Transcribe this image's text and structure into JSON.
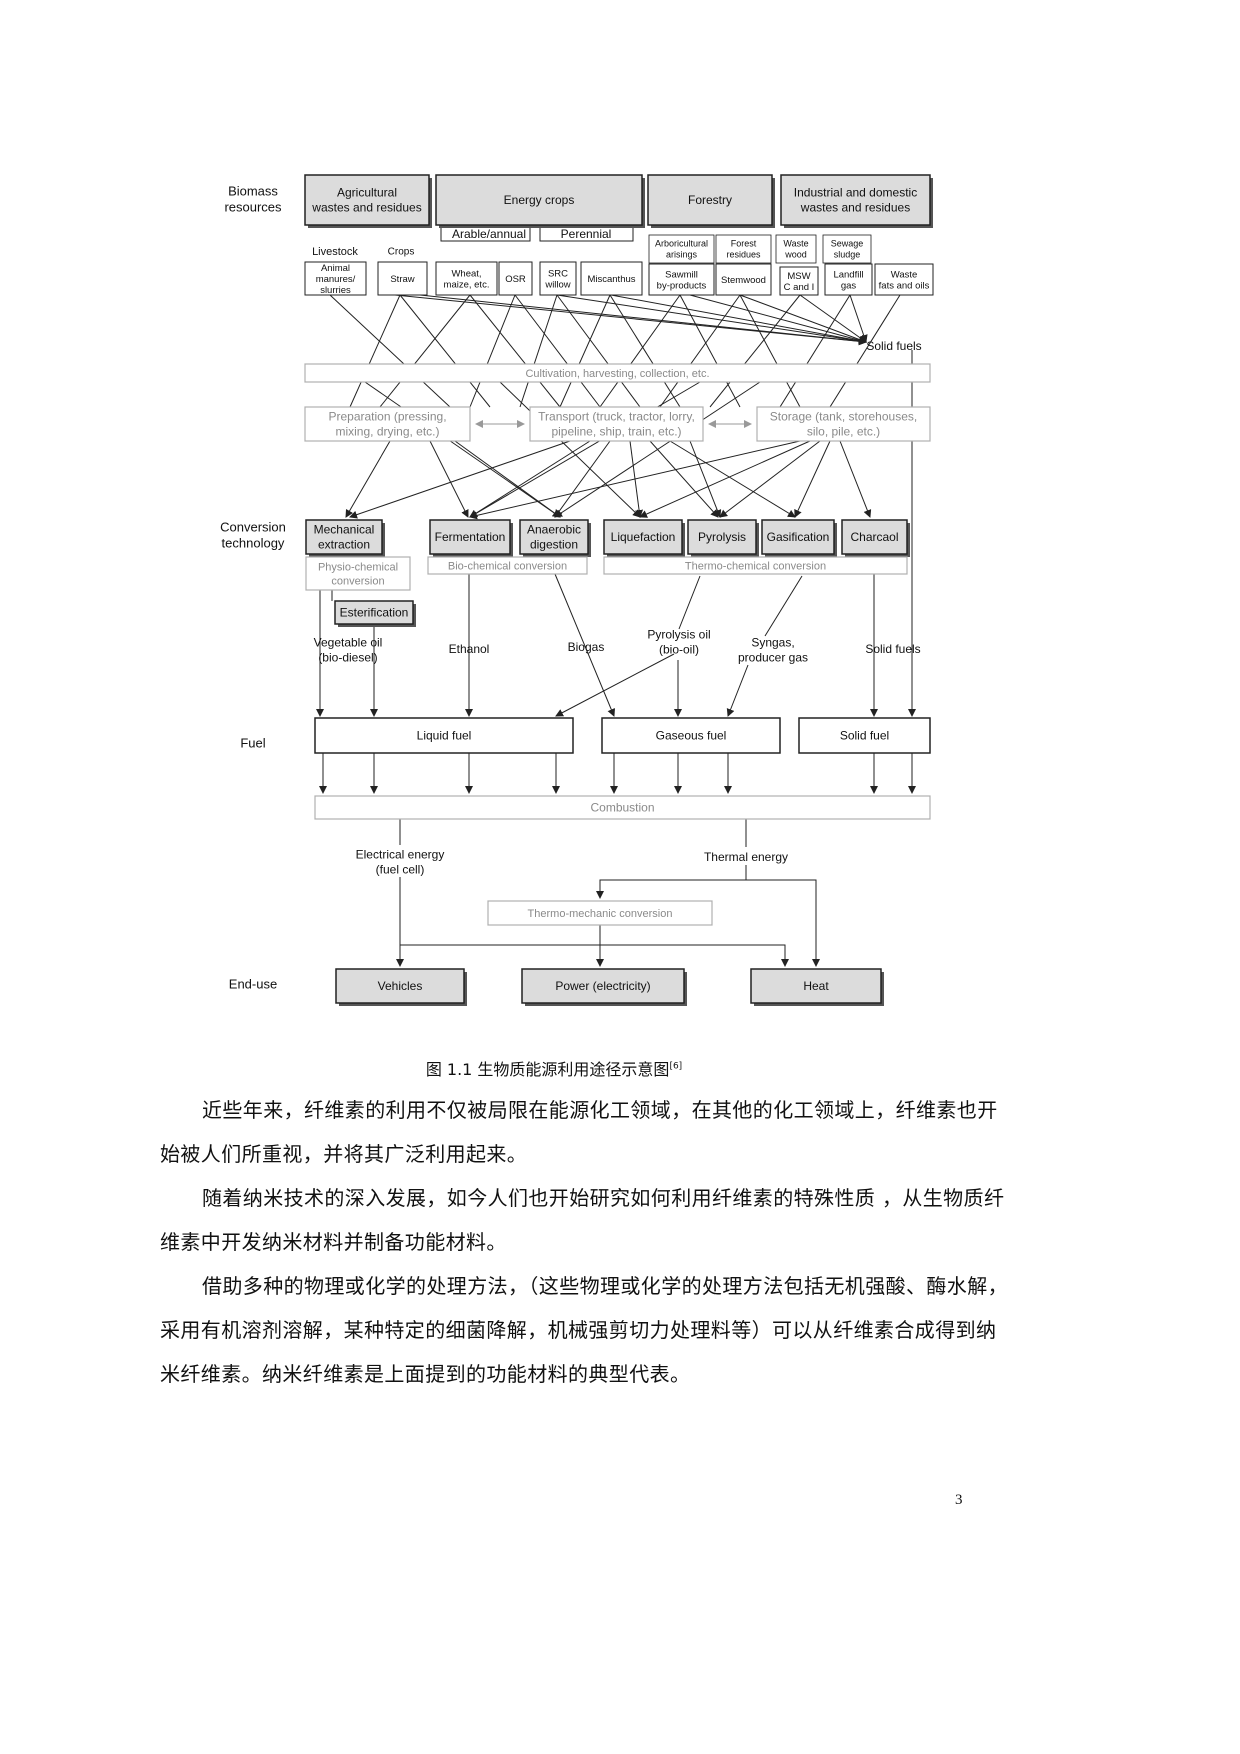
{
  "diagram": {
    "row_labels": {
      "biomass": [
        "Biomass",
        "resources"
      ],
      "conversion": [
        "Conversion",
        "technology"
      ],
      "fuel": "Fuel",
      "end_use": "End-use"
    },
    "resource_boxes": {
      "agricultural": [
        "Agricultural",
        "wastes and residues"
      ],
      "energy_crops": "Energy crops",
      "forestry": "Forestry",
      "industrial": [
        "Industrial and domestic",
        "wastes and residues"
      ]
    },
    "sub_headers": {
      "arable": "Arable/annual",
      "perennial": "Perennial",
      "livestock": "Livestock",
      "crops": "Crops"
    },
    "forestry_items": {
      "arboricultural": [
        "Arboricultural",
        "arisings"
      ],
      "forest_residues": [
        "Forest",
        "residues"
      ],
      "waste_wood": [
        "Waste",
        "wood"
      ],
      "sewage": [
        "Sewage",
        "sludge"
      ]
    },
    "sources": {
      "animal": [
        "Animal",
        "manures/",
        "slurries"
      ],
      "straw": "Straw",
      "wheat": [
        "Wheat,",
        "maize, etc."
      ],
      "osr": "OSR",
      "src": [
        "SRC",
        "willow"
      ],
      "miscanthus": "Miscanthus",
      "sawmill": [
        "Sawmill",
        "by-products"
      ],
      "stemwood": "Stemwood",
      "msw": [
        "MSW",
        "C and I"
      ],
      "landfill": [
        "Landfill",
        "gas"
      ],
      "waste_fats": [
        "Waste",
        "fats and oils"
      ]
    },
    "solid_fuels_top": "Solid fuels",
    "cultivation": "Cultivation, harvesting, collection, etc.",
    "preparation": [
      "Preparation (pressing,",
      "mixing, drying, etc.)"
    ],
    "transport": [
      "Transport (truck, tractor, lorry,",
      "pipeline, ship, train, etc.)"
    ],
    "storage": [
      "Storage (tank, storehouses,",
      "silo, pile, etc.)"
    ],
    "technologies": {
      "mechanical": [
        "Mechanical",
        "extraction"
      ],
      "fermentation": "Fermentation",
      "anaerobic": [
        "Anaerobic",
        "digestion"
      ],
      "liquefaction": "Liquefaction",
      "pyrolysis": "Pyrolysis",
      "gasification": "Gasification",
      "charcoal": "Charcaol"
    },
    "groups": {
      "physio": [
        "Physio-chemical",
        "conversion"
      ],
      "bio": "Bio-chemical conversion",
      "thermo": "Thermo-chemical conversion"
    },
    "esterification": "Esterification",
    "products": {
      "veg_oil": [
        "Vegetable oil",
        "(bio-diesel)"
      ],
      "ethanol": "Ethanol",
      "biogas": "Biogas",
      "pyrolysis_oil": [
        "Pyrolysis oil",
        "(bio-oil)"
      ],
      "syngas": [
        "Syngas,",
        "producer gas"
      ],
      "solid_fuels": "Solid fuels"
    },
    "fuels": {
      "liquid": "Liquid fuel",
      "gaseous": "Gaseous fuel",
      "solid": "Solid fuel"
    },
    "combustion": "Combustion",
    "electrical": [
      "Electrical energy",
      "(fuel cell)"
    ],
    "thermal": "Thermal energy",
    "thermo_mechanic": "Thermo-mechanic conversion",
    "end_uses": {
      "vehicles": "Vehicles",
      "power": "Power (electricity)",
      "heat": "Heat"
    }
  },
  "caption": {
    "text": "图 1.1 生物质能源利用途径示意图",
    "ref": "[6]"
  },
  "paragraphs": [
    "近些年来，纤维素的利用不仅被局限在能源化工领域，在其他的化工领域上，纤维素也开始被人们所重视，并将其广泛利用起来。",
    "随着纳米技术的深入发展，如今人们也开始研究如何利用纤维素的特殊性质 ，从生物质纤维素中开发纳米材料并制备功能材料。",
    "借助多种的物理或化学的处理方法，（这些物理或化学的处理方法包括无机强酸、酶水解，采用有机溶剂溶解，某种特定的细菌降解，机械强剪切力处理料等）可以从纤维素合成得到纳米纤维素。纳米纤维素是上面提到的功能材料的典型代表。"
  ],
  "page_number": "3",
  "colors": {
    "dark_box": "#dcdcdc",
    "grey_text": "#8a8a8a",
    "grey_border": "#b0b0b0",
    "line": "#222222"
  }
}
